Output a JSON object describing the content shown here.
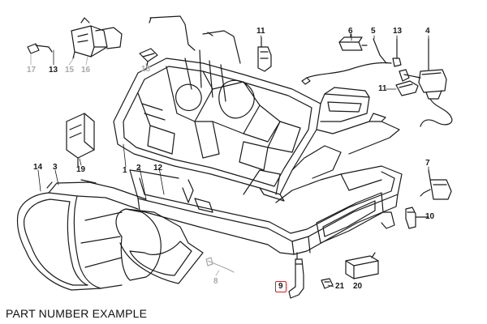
{
  "caption": "PART NUMBER EXAMPLE",
  "callouts": {
    "c1": "1",
    "c2": "2",
    "c3": "3",
    "c4": "4",
    "c5": "5",
    "c6": "6",
    "c7": "7",
    "c8": "8",
    "c9": "9",
    "c10": "10",
    "c11a": "11",
    "c11b": "11",
    "c12": "12",
    "c13a": "13",
    "c13b": "13",
    "c14": "14",
    "c15": "15",
    "c16": "16",
    "c17": "17",
    "c18": "18",
    "c19": "19",
    "c20": "20",
    "c21": "21"
  },
  "highlight": {
    "callout": "9",
    "color": "#d21f1f"
  },
  "colors": {
    "line": "#1a1a1a",
    "faded": "#a8a8a8"
  }
}
